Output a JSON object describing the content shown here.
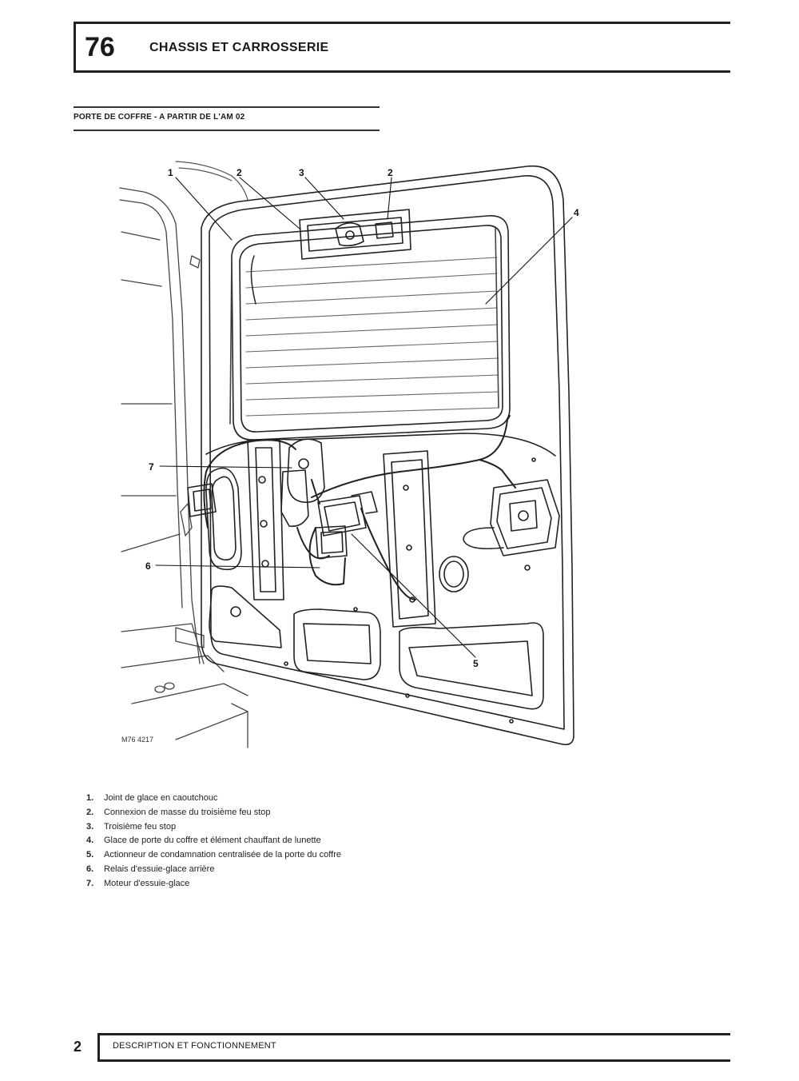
{
  "header": {
    "chapter_number": "76",
    "chapter_title": "CHASSIS ET CARROSSERIE"
  },
  "section": {
    "title": "PORTE DE COFFRE - A PARTIR DE L'AM 02"
  },
  "figure": {
    "reference": "M76 4217",
    "callouts": [
      "1",
      "2",
      "3",
      "2",
      "4",
      "7",
      "6",
      "5"
    ]
  },
  "legend": [
    {
      "number": "1.",
      "text": "Joint de glace en caoutchouc"
    },
    {
      "number": "2.",
      "text": "Connexion de masse du troisième feu stop"
    },
    {
      "number": "3.",
      "text": "Troisième feu stop"
    },
    {
      "number": "4.",
      "text": "Glace de porte du coffre et élément chauffant de lunette"
    },
    {
      "number": "5.",
      "text": "Actionneur de condamnation centralisée de la porte du coffre"
    },
    {
      "number": "6.",
      "text": "Relais d'essuie-glace arrière"
    },
    {
      "number": "7.",
      "text": "Moteur d'essuie-glace"
    }
  ],
  "footer": {
    "page_number": "2",
    "section_name": "DESCRIPTION ET FONCTIONNEMENT"
  }
}
